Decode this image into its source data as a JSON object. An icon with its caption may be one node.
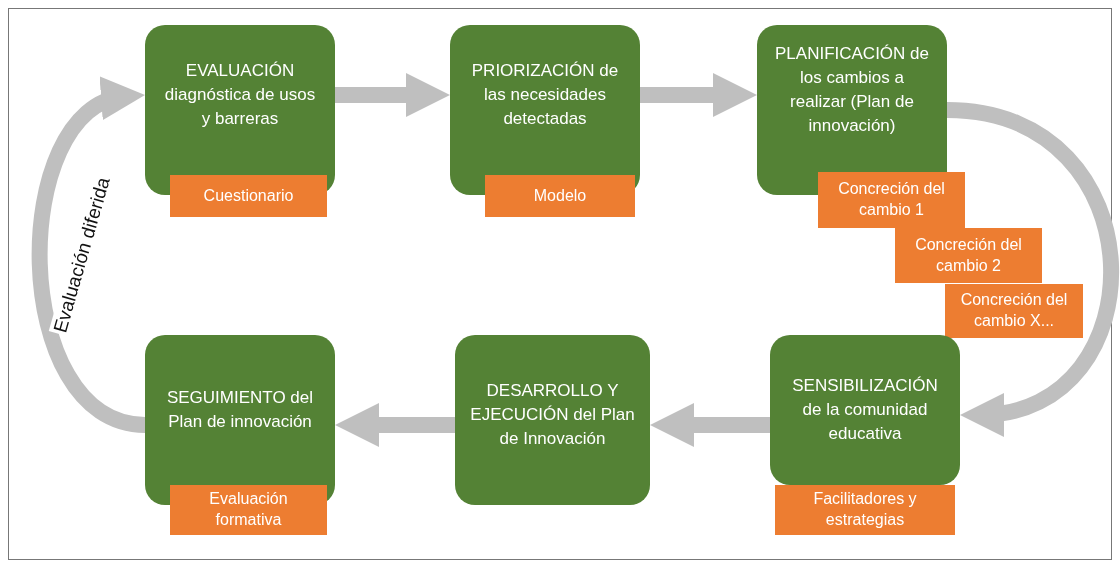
{
  "diagram": {
    "nodes": [
      {
        "text": [
          "EVALUACIÓN diagnóstica de usos y barreras"
        ]
      },
      {
        "text": [
          "Cuestionario"
        ]
      },
      {
        "text": [
          "PRIORIZACIÓN de las necesidades detectadas"
        ]
      },
      {
        "text": [
          "Modelo"
        ]
      },
      {
        "text": [
          "PLANIFICACIÓN de los cambios a realizar (Plan de innovación)"
        ]
      },
      {
        "text": [
          "Concreción del cambio 1"
        ]
      },
      {
        "text": [
          "Concreción del cambio 2"
        ]
      },
      {
        "text": [
          "Concreción del cambio X..."
        ]
      },
      {
        "text": [
          "SENSIBILIZACIÓN de la comunidad educativa"
        ]
      },
      {
        "text": [
          "Facilitadores y estrategias"
        ]
      },
      {
        "text": [
          "DESARROLLO Y EJECUCIÓN del Plan de Innovación"
        ]
      },
      {
        "text": [
          "SEGUIMIENTO del Plan de innovación"
        ]
      },
      {
        "text": [
          "Evaluación formativa"
        ]
      }
    ],
    "edges": [
      {
        "from": 0,
        "to": 2,
        "arrow": "to"
      },
      {
        "from": 2,
        "to": 4,
        "arrow": "to"
      },
      {
        "from": 4,
        "to": 8,
        "arrow": "to"
      },
      {
        "from": 8,
        "to": 10,
        "arrow": "to"
      },
      {
        "from": 10,
        "to": 11,
        "arrow": "to"
      },
      {
        "from": 11,
        "to": 0,
        "arrow": "to",
        "label": "Evaluación diferida"
      }
    ]
  }
}
